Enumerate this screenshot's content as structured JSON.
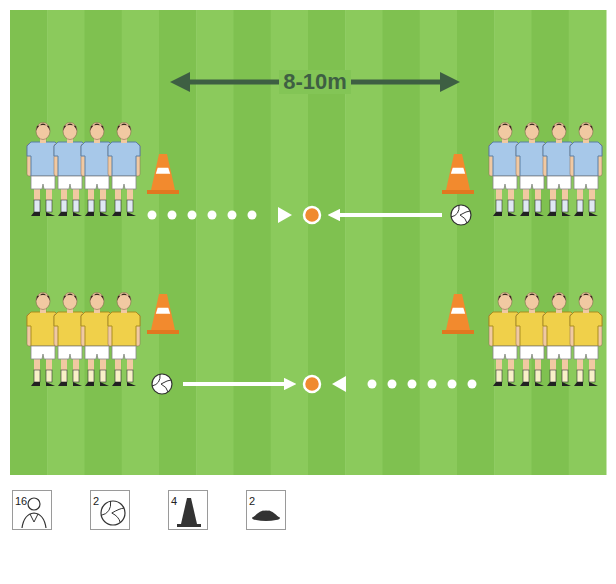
{
  "diagram": {
    "nodes": [
      {
        "text": [
          "16"
        ]
      },
      {
        "text": [
          "2"
        ]
      },
      {
        "text": [
          "4"
        ]
      },
      {
        "text": [
          "2"
        ]
      }
    ],
    "labels": [
      "8-10m"
    ]
  }
}
